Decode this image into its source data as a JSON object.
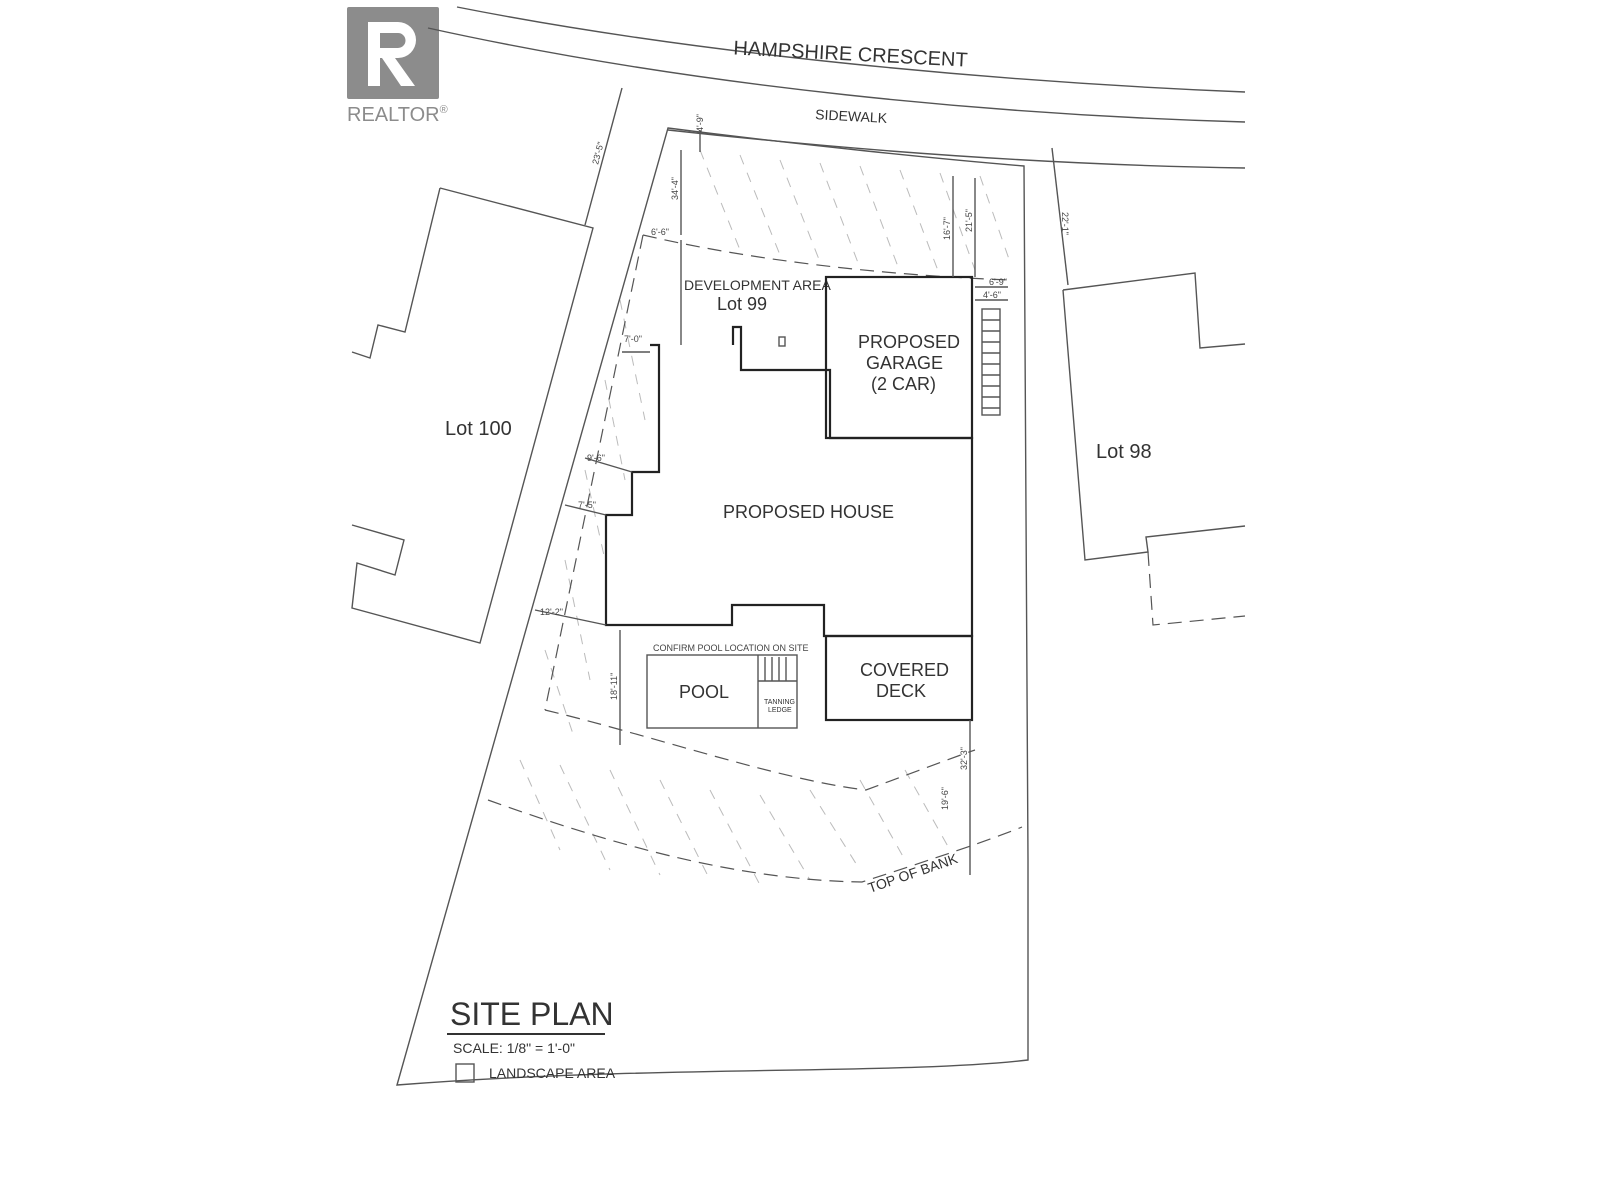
{
  "logo": {
    "text": "REALTOR",
    "mark": "®",
    "icon": "realtor-r-logo"
  },
  "street": "HAMPSHIRE CRESCENT",
  "sidewalk": "SIDEWALK",
  "lots": {
    "left": "Lot 100",
    "right": "Lot 98",
    "subject": "Lot 99"
  },
  "development_area": "DEVELOPMENT AREA",
  "garage": {
    "line1": "PROPOSED",
    "line2": "GARAGE",
    "line3": "(2 CAR)"
  },
  "house": "PROPOSED HOUSE",
  "pool_note": "CONFIRM POOL LOCATION ON SITE",
  "pool": "POOL",
  "tanning": {
    "line1": "TANNING",
    "line2": "LEDGE"
  },
  "deck": {
    "line1": "COVERED",
    "line2": "DECK"
  },
  "top_of_bank": "TOP OF BANK",
  "title": "SITE PLAN",
  "scale": "SCALE: 1/8\" = 1'-0\"",
  "legend": {
    "label": "LANDSCAPE AREA"
  },
  "dimensions": {
    "d1": "23'-5\"",
    "d2": "4'-9\"",
    "d3": "34'-4\"",
    "d4": "6'-6\"",
    "d5": "16'-7\"",
    "d6": "21'-5\"",
    "d7": "22'-1\"",
    "d8": "6'-9\"",
    "d9": "4'-6\"",
    "d10": "7'-0\"",
    "d11": "9'-6\"",
    "d12": "7'-5\"",
    "d13": "12'-2\"",
    "d14": "18'-11\"",
    "d15": "32'-3\"",
    "d16": "19'-6\""
  }
}
